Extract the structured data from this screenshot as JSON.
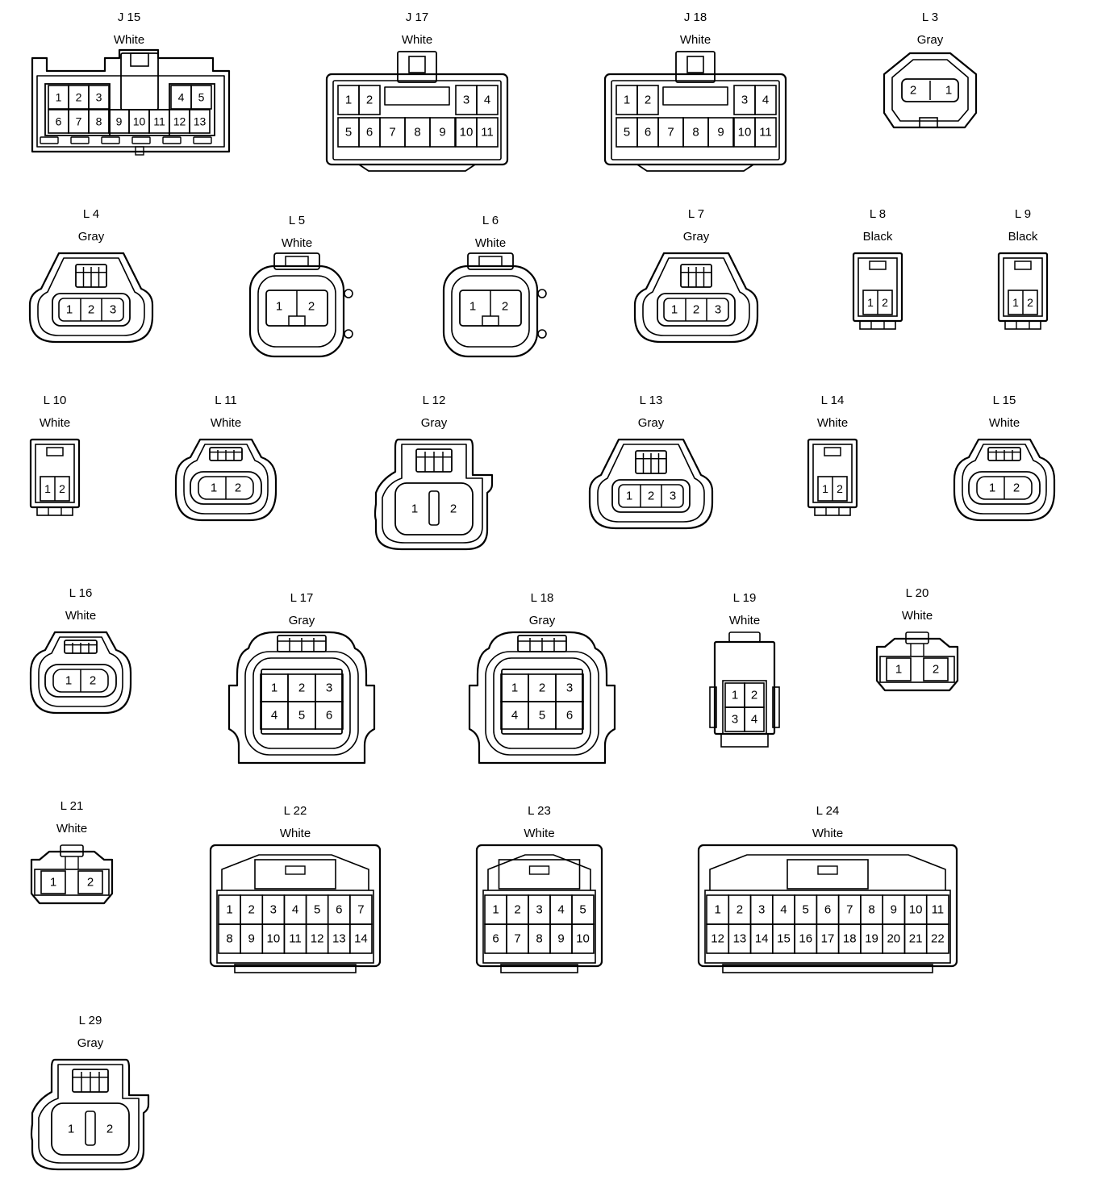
{
  "connectors": [
    {
      "id": "J15",
      "code": "J 15",
      "color": "White",
      "pins": [
        "1",
        "2",
        "3",
        "4",
        "5",
        "6",
        "7",
        "8",
        "9",
        "10",
        "11",
        "12",
        "13"
      ]
    },
    {
      "id": "J17",
      "code": "J 17",
      "color": "White",
      "pins": [
        "1",
        "2",
        "3",
        "4",
        "5",
        "6",
        "7",
        "8",
        "9",
        "10",
        "11"
      ]
    },
    {
      "id": "J18",
      "code": "J 18",
      "color": "White",
      "pins": [
        "1",
        "2",
        "3",
        "4",
        "5",
        "6",
        "7",
        "8",
        "9",
        "10",
        "11"
      ]
    },
    {
      "id": "L3",
      "code": "L 3",
      "color": "Gray",
      "pins": [
        "2",
        "1"
      ]
    },
    {
      "id": "L4",
      "code": "L 4",
      "color": "Gray",
      "pins": [
        "1",
        "2",
        "3"
      ]
    },
    {
      "id": "L5",
      "code": "L 5",
      "color": "White",
      "pins": [
        "1",
        "2"
      ]
    },
    {
      "id": "L6",
      "code": "L 6",
      "color": "White",
      "pins": [
        "1",
        "2"
      ]
    },
    {
      "id": "L7",
      "code": "L 7",
      "color": "Gray",
      "pins": [
        "1",
        "2",
        "3"
      ]
    },
    {
      "id": "L8",
      "code": "L 8",
      "color": "Black",
      "pins": [
        "1",
        "2"
      ]
    },
    {
      "id": "L9",
      "code": "L 9",
      "color": "Black",
      "pins": [
        "1",
        "2"
      ]
    },
    {
      "id": "L10",
      "code": "L 10",
      "color": "White",
      "pins": [
        "1",
        "2"
      ]
    },
    {
      "id": "L11",
      "code": "L 11",
      "color": "White",
      "pins": [
        "1",
        "2"
      ]
    },
    {
      "id": "L12",
      "code": "L 12",
      "color": "Gray",
      "pins": [
        "1",
        "2"
      ]
    },
    {
      "id": "L13",
      "code": "L 13",
      "color": "Gray",
      "pins": [
        "1",
        "2",
        "3"
      ]
    },
    {
      "id": "L14",
      "code": "L 14",
      "color": "White",
      "pins": [
        "1",
        "2"
      ]
    },
    {
      "id": "L15",
      "code": "L 15",
      "color": "White",
      "pins": [
        "1",
        "2"
      ]
    },
    {
      "id": "L16",
      "code": "L 16",
      "color": "White",
      "pins": [
        "1",
        "2"
      ]
    },
    {
      "id": "L17",
      "code": "L 17",
      "color": "Gray",
      "pins": [
        "1",
        "2",
        "3",
        "4",
        "5",
        "6"
      ]
    },
    {
      "id": "L18",
      "code": "L 18",
      "color": "Gray",
      "pins": [
        "1",
        "2",
        "3",
        "4",
        "5",
        "6"
      ]
    },
    {
      "id": "L19",
      "code": "L 19",
      "color": "White",
      "pins": [
        "1",
        "2",
        "3",
        "4"
      ]
    },
    {
      "id": "L20",
      "code": "L 20",
      "color": "White",
      "pins": [
        "1",
        "2"
      ]
    },
    {
      "id": "L21",
      "code": "L 21",
      "color": "White",
      "pins": [
        "1",
        "2"
      ]
    },
    {
      "id": "L22",
      "code": "L 22",
      "color": "White",
      "pins": [
        "1",
        "2",
        "3",
        "4",
        "5",
        "6",
        "7",
        "8",
        "9",
        "10",
        "11",
        "12",
        "13",
        "14"
      ]
    },
    {
      "id": "L23",
      "code": "L 23",
      "color": "White",
      "pins": [
        "1",
        "2",
        "3",
        "4",
        "5",
        "6",
        "7",
        "8",
        "9",
        "10"
      ]
    },
    {
      "id": "L24",
      "code": "L 24",
      "color": "White",
      "pins": [
        "1",
        "2",
        "3",
        "4",
        "5",
        "6",
        "7",
        "8",
        "9",
        "10",
        "11",
        "12",
        "13",
        "14",
        "15",
        "16",
        "17",
        "18",
        "19",
        "20",
        "21",
        "22"
      ]
    },
    {
      "id": "L29",
      "code": "L 29",
      "color": "Gray",
      "pins": [
        "1",
        "2"
      ]
    }
  ]
}
